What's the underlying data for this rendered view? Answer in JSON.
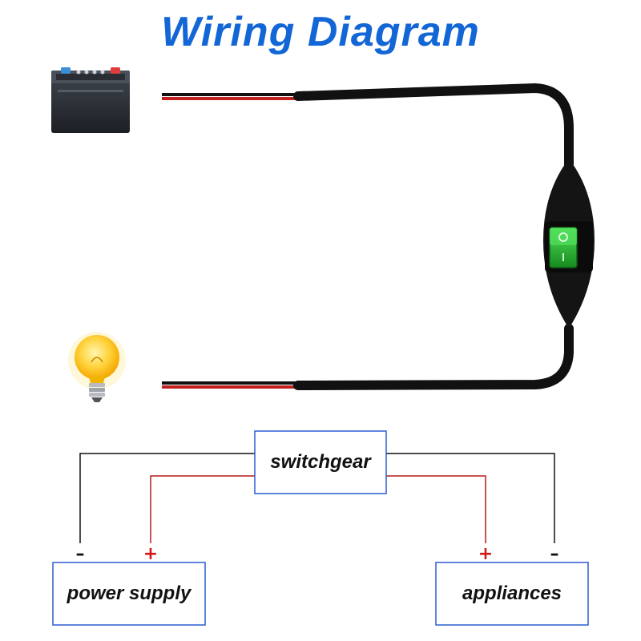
{
  "title": "Wiring Diagram",
  "colors": {
    "title": "#1266d6",
    "wire_black": "#111111",
    "wire_red": "#b61c1c",
    "box_border": "#2d5bd3",
    "switch_green": "#22a32a",
    "cable": "#111111"
  },
  "icons": {
    "battery": "battery-icon",
    "bulb": "light-bulb-icon",
    "switch": "rocker-switch-icon"
  },
  "schematic": {
    "switchgear_label": "switchgear",
    "power_supply_label": "power supply",
    "appliances_label": "appliances",
    "negative_symbol": "–",
    "positive_symbol": "+"
  }
}
